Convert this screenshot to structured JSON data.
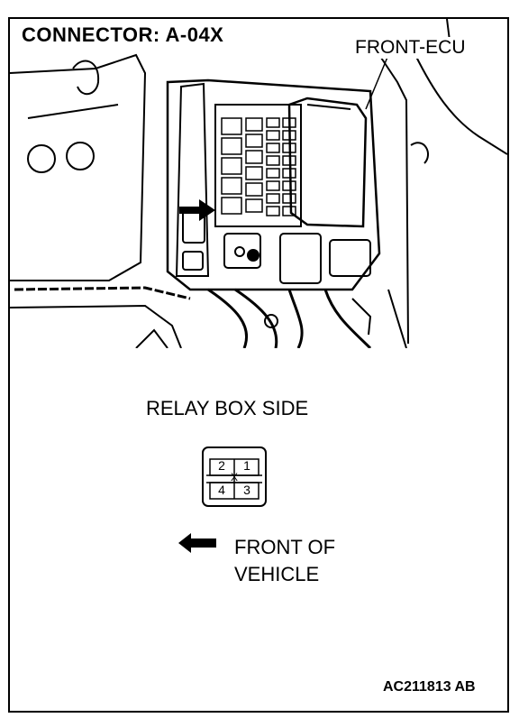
{
  "header": {
    "title": "CONNECTOR: A-04X"
  },
  "callout": {
    "label": "FRONT-ECU"
  },
  "relay_box": {
    "label": "RELAY BOX SIDE"
  },
  "connector_pins": {
    "pin1": "1",
    "pin2": "2",
    "pin3": "3",
    "pin4": "4",
    "key": "X"
  },
  "orientation": {
    "line1": "FRONT OF",
    "line2": "VEHICLE"
  },
  "footer": {
    "code": "AC211813 AB"
  }
}
